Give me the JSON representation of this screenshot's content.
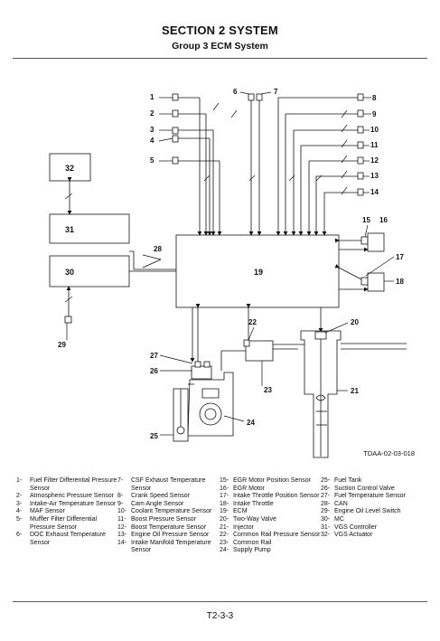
{
  "header": {
    "section_title": "SECTION 2 SYSTEM",
    "group_title": "Group 3 ECM System"
  },
  "diagram": {
    "components": [
      {
        "id": "19",
        "label": "19"
      },
      {
        "id": "30",
        "label": "30"
      },
      {
        "id": "31",
        "label": "31"
      },
      {
        "id": "32",
        "label": "32"
      }
    ],
    "callouts": [
      "1",
      "2",
      "3",
      "4",
      "5",
      "6",
      "7",
      "8",
      "9",
      "10",
      "11",
      "12",
      "13",
      "14",
      "15",
      "16",
      "17",
      "18",
      "20",
      "21",
      "22",
      "23",
      "24",
      "25",
      "26",
      "27",
      "28",
      "29"
    ],
    "figure_ref": "TDAA-02-03-018"
  },
  "legend": {
    "col1": [
      {
        "num": "1-",
        "text": "Fuel Filter Differential Pressure Sensor"
      },
      {
        "num": "2-",
        "text": "Atmospheric Pressure Sensor"
      },
      {
        "num": "3-",
        "text": "Intake-Air Temperature Sensor"
      },
      {
        "num": "4-",
        "text": "MAF Sensor"
      },
      {
        "num": "5-",
        "text": "Muffler Filter Differential Pressure Sensor"
      },
      {
        "num": "6-",
        "text": "DOC Exhaust Temperature Sensor"
      }
    ],
    "col2": [
      {
        "num": "7-",
        "text": "CSF Exhaust Temperature Sensor"
      },
      {
        "num": "8-",
        "text": "Crank Speed Sensor"
      },
      {
        "num": "9-",
        "text": "Cam Angle Sensor"
      },
      {
        "num": "10-",
        "text": "Coolant Temperature Sensor"
      },
      {
        "num": "11-",
        "text": "Boost Pressure Sensor"
      },
      {
        "num": "12-",
        "text": "Boost Temperature Sensor"
      },
      {
        "num": "13-",
        "text": "Engine Oil Pressure Sensor"
      },
      {
        "num": "14-",
        "text": "Intake Manifold Temperature Sensor"
      }
    ],
    "col3": [
      {
        "num": "15-",
        "text": "EGR Motor Position Sensor"
      },
      {
        "num": "16-",
        "text": "EGR Motor"
      },
      {
        "num": "17-",
        "text": "Intake Throttle Position Sensor"
      },
      {
        "num": "18-",
        "text": "Intake Throttle"
      },
      {
        "num": "19-",
        "text": "ECM"
      },
      {
        "num": "20-",
        "text": "Two-Way Valve"
      },
      {
        "num": "21-",
        "text": "Injector"
      },
      {
        "num": "22-",
        "text": "Common Rail Pressure Sensor"
      },
      {
        "num": "23-",
        "text": "Common Rail"
      },
      {
        "num": "24-",
        "text": "Supply Pump"
      }
    ],
    "col4": [
      {
        "num": "25-",
        "text": "Fuel Tank"
      },
      {
        "num": "26-",
        "text": "Suction Control Valve"
      },
      {
        "num": "27-",
        "text": "Fuel Temperature Sensor"
      },
      {
        "num": "28-",
        "text": "CAN"
      },
      {
        "num": "29-",
        "text": "Engine Oil Level Switch"
      },
      {
        "num": "30-",
        "text": "MC"
      },
      {
        "num": "31-",
        "text": "VGS Controller"
      },
      {
        "num": "32-",
        "text": "VGS Actuator"
      }
    ]
  },
  "footer": {
    "page_number": "T2-3-3"
  }
}
